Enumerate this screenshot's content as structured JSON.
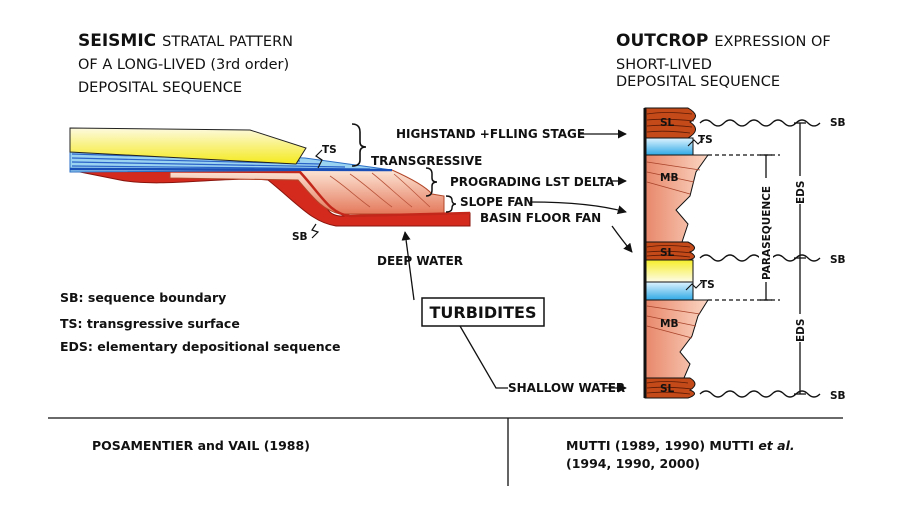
{
  "left_header": {
    "bold": "SEISMIC",
    "line1_rest": "STRATAL PATTERN",
    "line2": "OF A LONG-LIVED (3rd order)",
    "line3": "DEPOSITAL SEQUENCE"
  },
  "right_header": {
    "bold": "OUTCROP",
    "line1_rest": "EXPRESSION OF",
    "line2": "SHORT-LIVED",
    "line3": "DEPOSITAL SEQUENCE"
  },
  "seismic_labels": {
    "ts": "TS",
    "sb": "SB",
    "highstand": "HIGHSTAND +FLLING STAGE",
    "transgressive": "TRANSGRESSIVE",
    "prograding": "PROGRADING LST DELTA",
    "slope_fan": "SLOPE FAN",
    "basin_floor_fan": "BASIN FLOOR FAN",
    "deep_water": "DEEP WATER",
    "turbidites": "TURBIDITES",
    "shallow_water": "SHALLOW WATER"
  },
  "outcrop_labels": {
    "sl": "SL",
    "ts": "TS",
    "mb": "MB",
    "sb": "SB",
    "parasequence": "PARASEQUENCE",
    "eds": "EDS"
  },
  "legend": [
    "SB: sequence boundary",
    "TS: transgressive surface",
    "EDS: elementary depositional sequence"
  ],
  "references": {
    "left": "POSAMENTIER and VAIL (1988)",
    "right_line1_a": "MUTTI (1989, 1990) MUTTI ",
    "right_line1_italic": "et al.",
    "right_line2": "(1994, 1990, 2000)"
  },
  "colors": {
    "highstand_yellow": "#f6ee2a",
    "transgressive_blue": "#3a7fd8",
    "lowstand_orange": "#e8876a",
    "basin_red": "#d42a1e",
    "sl_brown": "#c44a1a"
  }
}
